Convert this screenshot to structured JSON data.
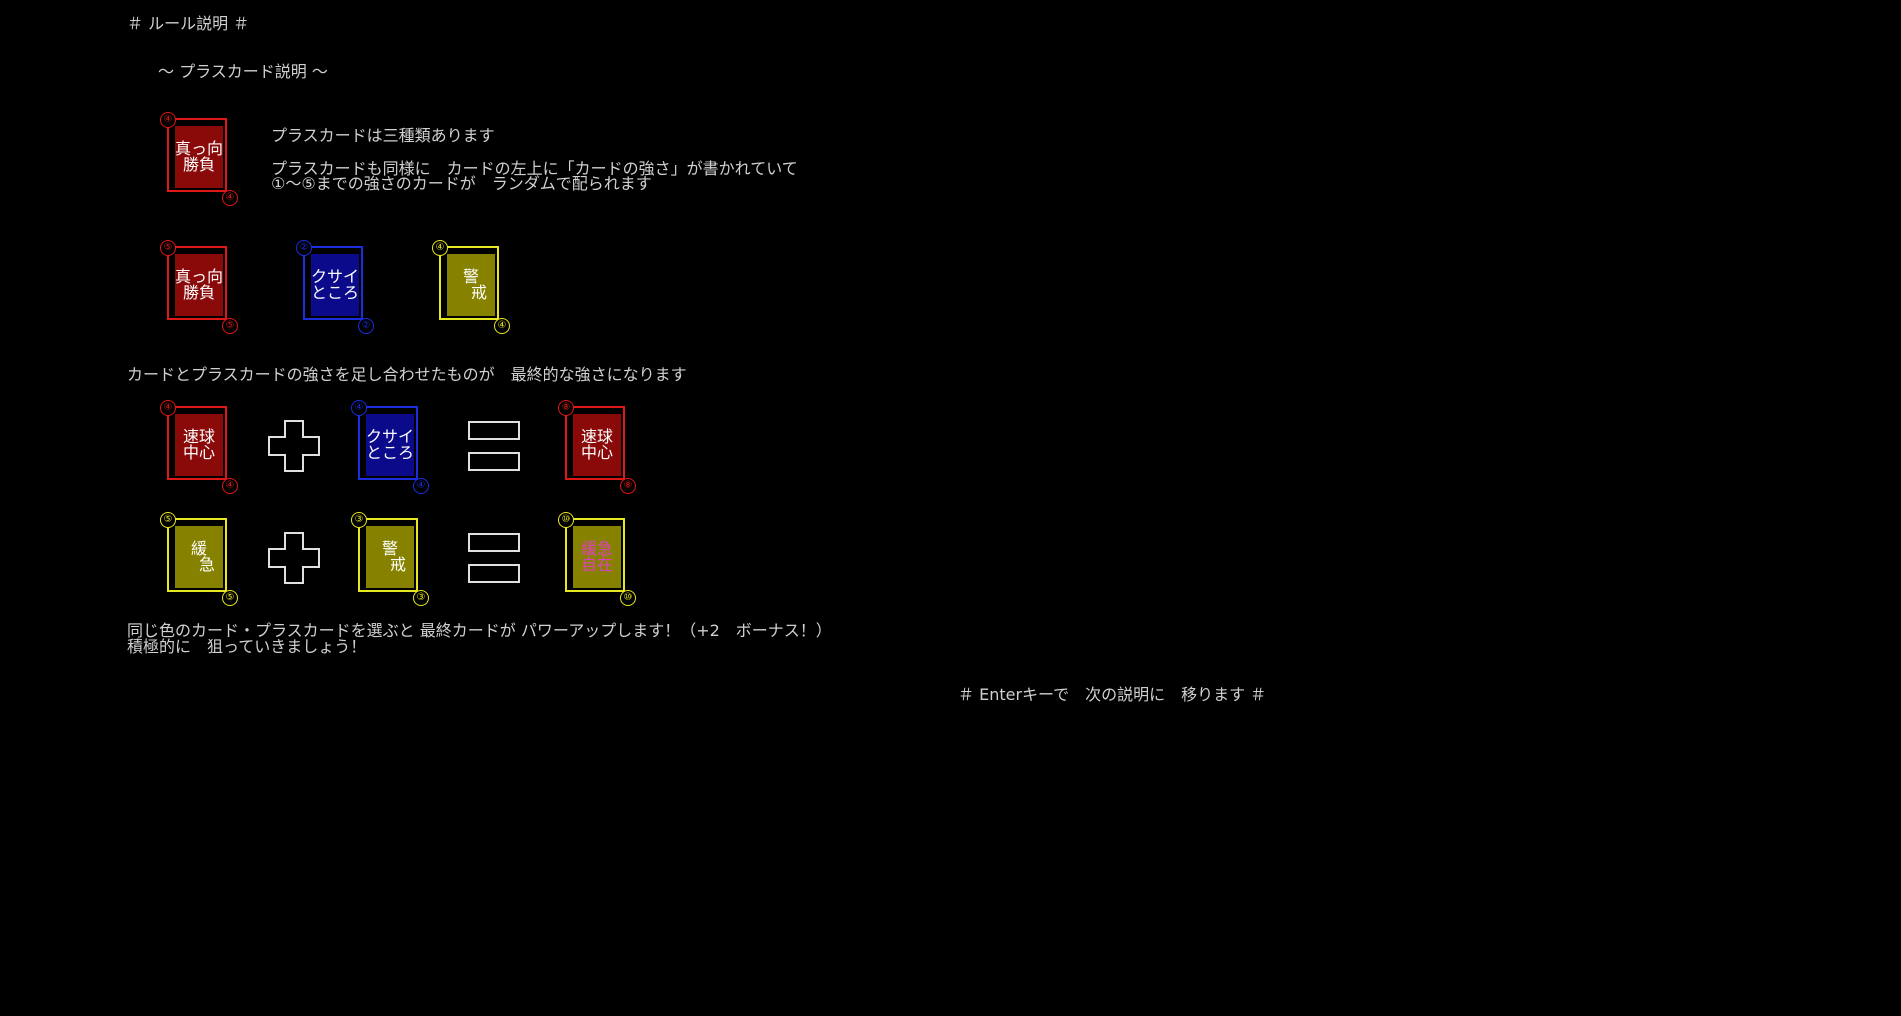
{
  "header": {
    "title": "＃ ルール説明 ＃",
    "subtitle": "～ プラスカード説明 ～"
  },
  "intro": {
    "line1": "プラスカードは三種類あります",
    "line2": "プラスカードも同様に　カードの左上に「カードの強さ」が書かれていて",
    "line3": "①～⑤までの強さのカードが　ランダムで配られます"
  },
  "combine_text": "カードとプラスカードの強さを足し合わせたものが　最終的な強さになります",
  "bonus": {
    "line1": "同じ色のカード・プラスカードを選ぶと 最終カードが パワーアップします！（+2　ボーナス！）",
    "line2": "積極的に　狙っていきましょう！"
  },
  "footer": {
    "enter_hint": "＃ Enterキーで　次の説明に　移ります ＃"
  },
  "colors": {
    "red_frame": "#e01818",
    "red_face": "#8a0a0a",
    "blue_frame": "#1a2ee0",
    "blue_face": "#0a0a8a",
    "yellow_frame": "#e8e820",
    "yellow_face": "#868200",
    "pink_text": "#e040c0"
  },
  "cards": {
    "example": {
      "line1": "真っ向",
      "line2": "勝負",
      "value": "④",
      "color": "red"
    },
    "plus_red": {
      "line1": "真っ向",
      "line2": "勝負",
      "value": "⑤",
      "color": "red"
    },
    "plus_blue": {
      "line1": "クサイ",
      "line2": "ところ",
      "value": "②",
      "color": "blue"
    },
    "plus_yellow": {
      "line1": "警",
      "line2": "　戒",
      "value": "④",
      "color": "yellow"
    },
    "eq1_a": {
      "line1": "速球",
      "line2": "中心",
      "value": "④",
      "color": "red"
    },
    "eq1_b": {
      "line1": "クサイ",
      "line2": "ところ",
      "value": "④",
      "color": "blue"
    },
    "eq1_result": {
      "line1": "速球",
      "line2": "中心",
      "value": "⑧",
      "color": "red"
    },
    "eq2_a": {
      "line1": "緩",
      "line2": "　急",
      "value": "⑤",
      "color": "yellow"
    },
    "eq2_b": {
      "line1": "警",
      "line2": "　戒",
      "value": "③",
      "color": "yellow"
    },
    "eq2_result": {
      "line1": "緩急",
      "line2": "自在",
      "value": "⑩",
      "color": "yellow"
    }
  },
  "operators": {
    "plus": "plus-icon",
    "equals": "equals-icon"
  }
}
